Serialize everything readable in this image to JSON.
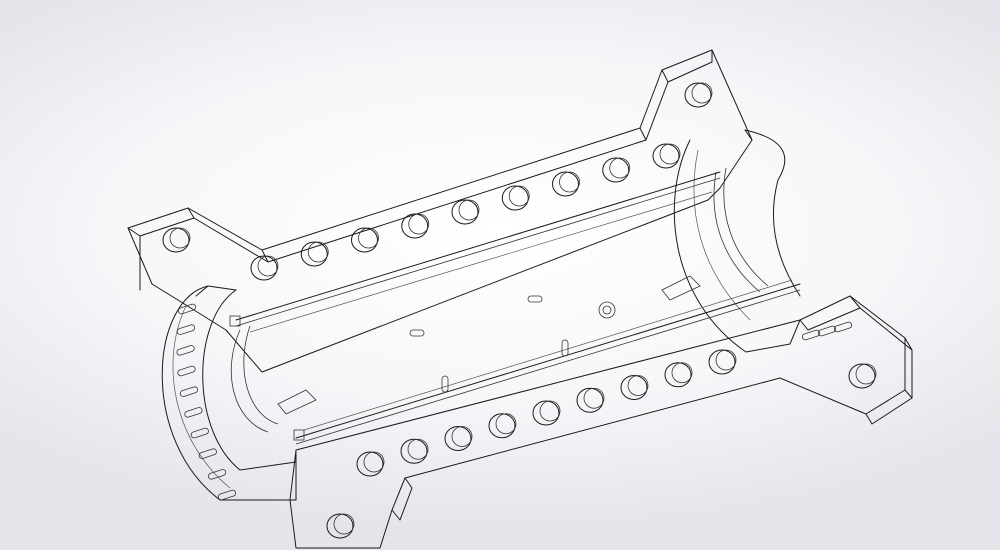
{
  "view": {
    "style": "wireframe",
    "background": "#eef0f3",
    "edge_color": "#1a1a1a"
  },
  "model": {
    "parts": [
      {
        "name": "upper-flange-plate",
        "bolt_holes": 9
      },
      {
        "name": "lower-flange-plate",
        "bolt_holes": 9
      },
      {
        "name": "front-end-block",
        "bolt_holes": 2
      },
      {
        "name": "rear-end-block",
        "bolt_holes": 2
      },
      {
        "name": "front-ring-flange",
        "radial_pins": 10
      },
      {
        "name": "rear-ring-flange",
        "radial_pins": 3
      }
    ]
  }
}
